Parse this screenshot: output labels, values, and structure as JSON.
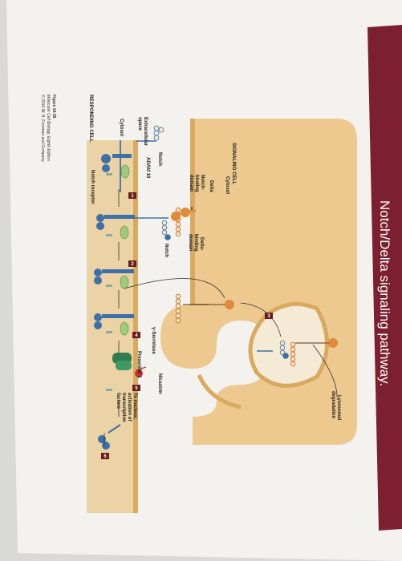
{
  "title": "Notch/Delta signaling pathway.",
  "labels": {
    "signaling_cell": "SIGNALING CELL",
    "cytosol_top": "Cytosol",
    "delta": "Delta",
    "notch_binding_1": "Notch-",
    "notch_binding_2": "binding",
    "notch_binding_3": "domain",
    "delta_binding_1": "Delta-",
    "delta_binding_2": "binding",
    "delta_binding_3": "domain",
    "notch_mid": "Notch",
    "notch_left": "Notch",
    "adam10": "ADAM 10",
    "extracellular_1": "Extracellular",
    "extracellular_2": "space",
    "cytosol_bottom": "Cytosol",
    "responding_cell": "RESPONDING CELL",
    "notch_receptor": "Notch receptor",
    "gamma_secretase": "γ-Secretase",
    "presenilin": "Presenilin 1",
    "nicastrin": "Nicastrin",
    "lysosomal_1": "Lysosomal",
    "lysosomal_2": "degradation",
    "nucleus_1": "To nucleus;",
    "nucleus_2": "activation of",
    "nucleus_3": "transcription",
    "nucleus_4": "factors"
  },
  "steps": [
    "1",
    "2",
    "3",
    "4",
    "5",
    "6"
  ],
  "caption": {
    "line1": "Figure 16-36",
    "line2": "Molecular Cell Biology, Eighth Edition",
    "line3": "© 2016 W. H. Freeman and Company"
  },
  "colors": {
    "title_bar": "#7c1f30",
    "signaling_cell": "#edc98f",
    "responding_cell": "#ecd3a6",
    "membrane": "#d8a95e",
    "delta_orange": "#e08a3a",
    "notch_blue": "#3d6fa8",
    "adam_green": "#9fca7d",
    "secretase_green": "#2f7d4f",
    "step_box": "#6b1c1c"
  }
}
